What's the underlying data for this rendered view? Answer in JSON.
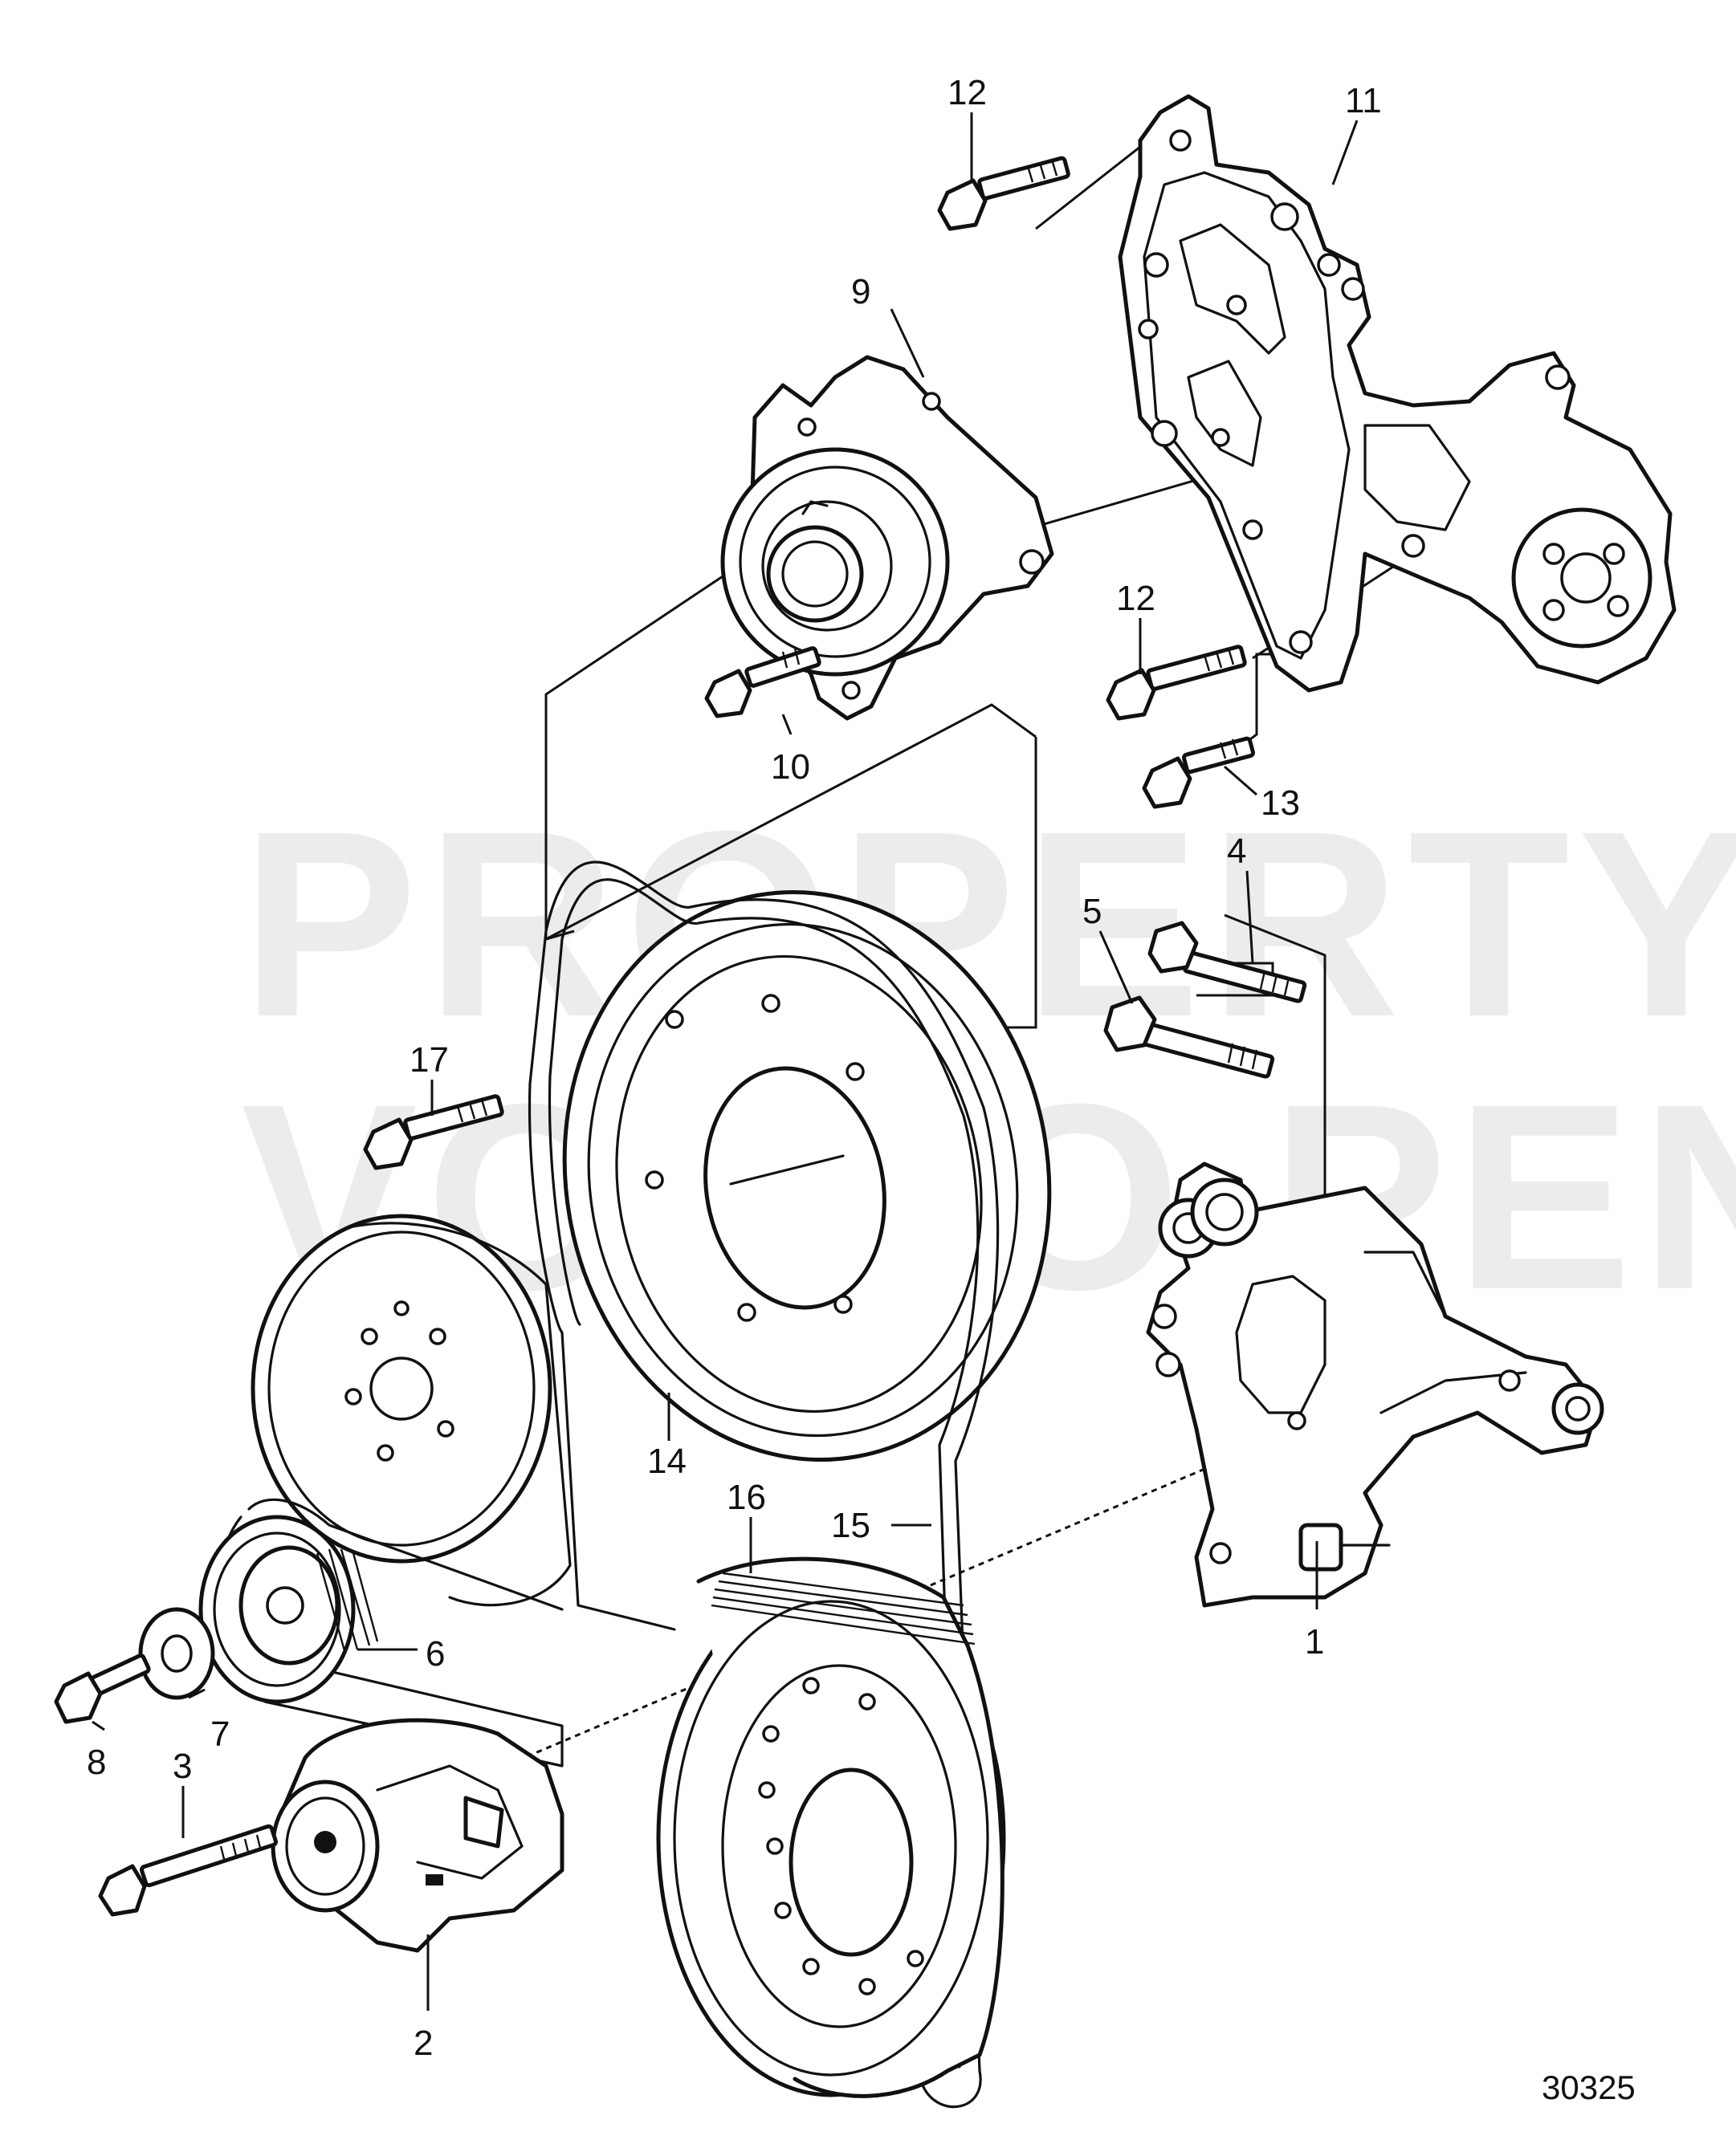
{
  "watermark": {
    "line1": "PROPERTY OF",
    "line2": "VOLVO PENTA"
  },
  "image_number": "30325",
  "callouts": {
    "c1": "1",
    "c2": "2",
    "c3": "3",
    "c4": "4",
    "c5": "5",
    "c6": "6",
    "c7": "7",
    "c8": "8",
    "c9": "9",
    "c10": "10",
    "c11": "11",
    "c12a": "12",
    "c12b": "12",
    "c13": "13",
    "c14": "14",
    "c15": "15",
    "c16": "16",
    "c17": "17"
  }
}
